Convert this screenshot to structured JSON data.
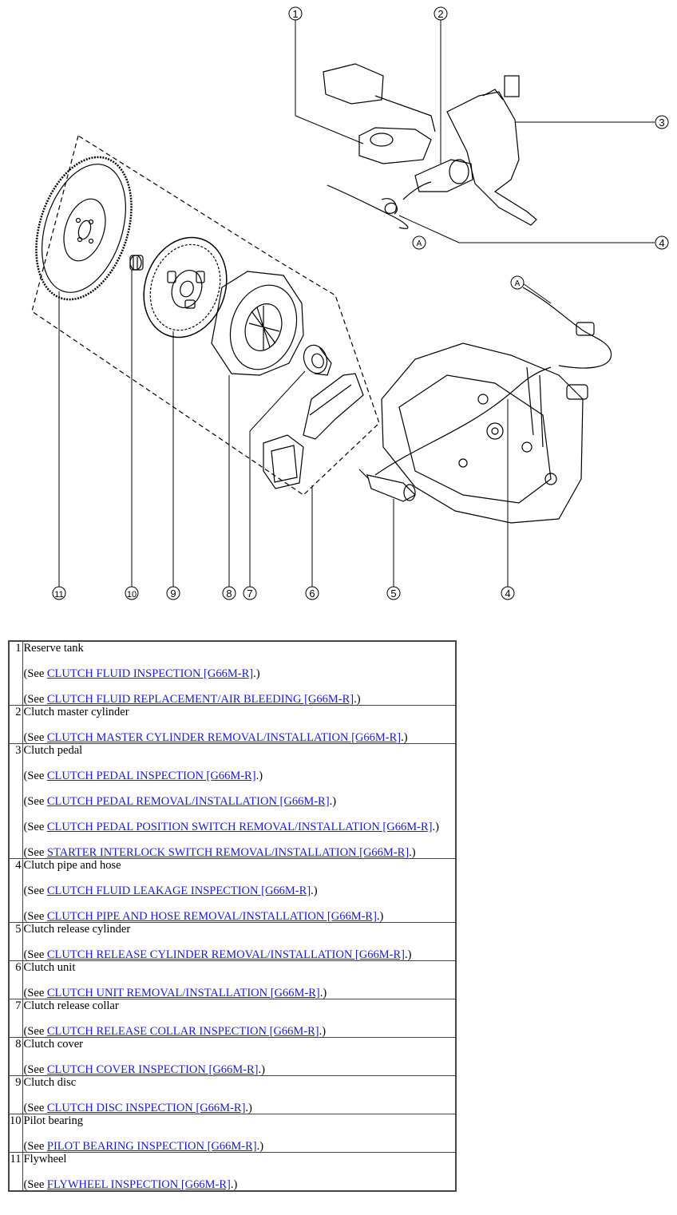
{
  "diagram": {
    "callouts": [
      "1",
      "2",
      "3",
      "4",
      "5",
      "6",
      "7",
      "8",
      "9",
      "10",
      "11"
    ],
    "view_marker": "A"
  },
  "parts": [
    {
      "num": "1",
      "name": "Reserve tank",
      "refs": [
        {
          "prefix": "(See ",
          "link": "CLUTCH FLUID INSPECTION [G66M-R]",
          "suffix": ".)"
        },
        {
          "prefix": "(See ",
          "link": "CLUTCH FLUID REPLACEMENT/AIR BLEEDING [G66M-R]",
          "suffix": ".)"
        }
      ]
    },
    {
      "num": "2",
      "name": "Clutch master cylinder",
      "refs": [
        {
          "prefix": "(See ",
          "link": "CLUTCH MASTER CYLINDER REMOVAL/INSTALLATION [G66M-R]",
          "suffix": ".)"
        }
      ]
    },
    {
      "num": "3",
      "name": "Clutch pedal",
      "refs": [
        {
          "prefix": "(See ",
          "link": "CLUTCH PEDAL INSPECTION [G66M-R]",
          "suffix": ".)"
        },
        {
          "prefix": "(See ",
          "link": "CLUTCH PEDAL REMOVAL/INSTALLATION [G66M-R]",
          "suffix": ".)"
        },
        {
          "prefix": "(See ",
          "link": "CLUTCH PEDAL POSITION SWITCH REMOVAL/INSTALLATION [G66M-R]",
          "suffix": ".)"
        },
        {
          "prefix": "(See ",
          "link": "STARTER INTERLOCK SWITCH REMOVAL/INSTALLATION [G66M-R]",
          "suffix": ".)"
        }
      ]
    },
    {
      "num": "4",
      "name": "Clutch pipe and hose",
      "refs": [
        {
          "prefix": "(See ",
          "link": "CLUTCH FLUID LEAKAGE INSPECTION [G66M-R]",
          "suffix": ".)"
        },
        {
          "prefix": "(See ",
          "link": "CLUTCH PIPE AND HOSE REMOVAL/INSTALLATION [G66M-R]",
          "suffix": ".)"
        }
      ]
    },
    {
      "num": "5",
      "name": "Clutch release cylinder",
      "refs": [
        {
          "prefix": "(See ",
          "link": "CLUTCH RELEASE CYLINDER REMOVAL/INSTALLATION [G66M-R]",
          "suffix": ".)"
        }
      ]
    },
    {
      "num": "6",
      "name": "Clutch unit",
      "refs": [
        {
          "prefix": "(See ",
          "link": "CLUTCH UNIT REMOVAL/INSTALLATION [G66M-R]",
          "suffix": ".)"
        }
      ]
    },
    {
      "num": "7",
      "name": "Clutch release collar",
      "refs": [
        {
          "prefix": "(See ",
          "link": "CLUTCH RELEASE COLLAR INSPECTION [G66M-R]",
          "suffix": ".)"
        }
      ]
    },
    {
      "num": "8",
      "name": "Clutch cover",
      "refs": [
        {
          "prefix": "(See ",
          "link": "CLUTCH COVER INSPECTION [G66M-R]",
          "suffix": ".)"
        }
      ]
    },
    {
      "num": "9",
      "name": "Clutch disc",
      "refs": [
        {
          "prefix": "(See ",
          "link": "CLUTCH DISC INSPECTION [G66M-R]",
          "suffix": ".)"
        }
      ]
    },
    {
      "num": "10",
      "name": "Pilot bearing",
      "refs": [
        {
          "prefix": "(See ",
          "link": "PILOT BEARING INSPECTION [G66M-R]",
          "suffix": ".)"
        }
      ]
    },
    {
      "num": "11",
      "name": "Flywheel",
      "refs": [
        {
          "prefix": "(See ",
          "link": "FLYWHEEL INSPECTION [G66M-R]",
          "suffix": ".)"
        }
      ]
    }
  ],
  "colors": {
    "link": "#1a1acc",
    "border": "#444444"
  }
}
